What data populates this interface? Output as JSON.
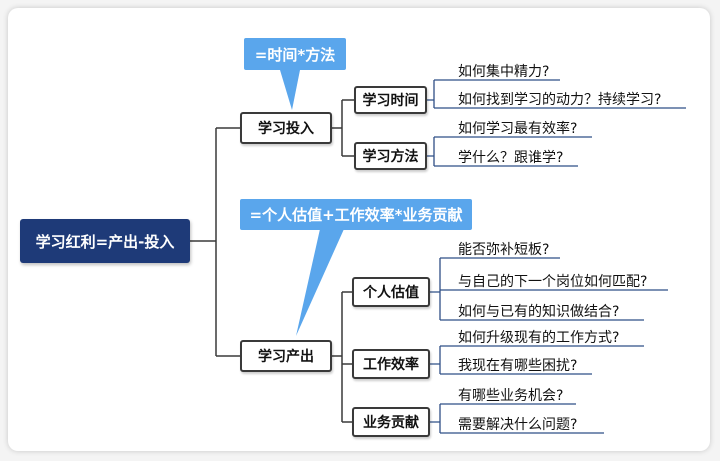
{
  "root": {
    "label": "学习红利=产出-投入"
  },
  "branches": [
    {
      "label": "学习投入",
      "callout": "=时间*方法",
      "children": [
        {
          "label": "学习时间",
          "leaves": [
            "如何集中精力?",
            "如何找到学习的动力？持续学习?"
          ]
        },
        {
          "label": "学习方法",
          "leaves": [
            "如何学习最有效率?",
            "学什么？跟谁学?"
          ]
        }
      ]
    },
    {
      "label": "学习产出",
      "callout": "=个人估值+工作效率*业务贡献",
      "children": [
        {
          "label": "个人估值",
          "leaves": [
            "能否弥补短板?",
            "与自己的下一个岗位如何匹配?",
            "如何与已有的知识做结合?"
          ]
        },
        {
          "label": "工作效率",
          "leaves": [
            "如何升级现有的工作方式?",
            "我现在有哪些困扰?"
          ]
        },
        {
          "label": "业务贡献",
          "leaves": [
            "有哪些业务机会?",
            "需要解决什么问题?"
          ]
        }
      ]
    }
  ],
  "colors": {
    "root_fill": "#1e3a78",
    "callout_fill": "#5aa6ec",
    "line": "#3a3a3a",
    "leaf_line": "#2f4f86"
  }
}
